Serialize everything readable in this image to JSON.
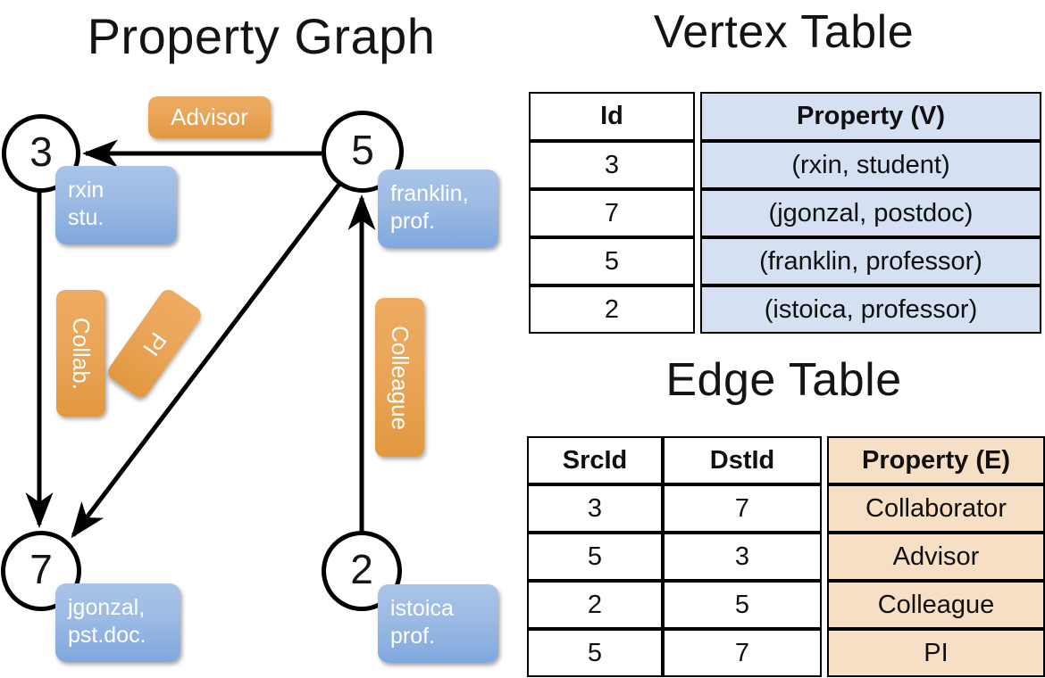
{
  "titles": {
    "property_graph": "Property Graph",
    "vertex_table": "Vertex Table",
    "edge_table": "Edge Table"
  },
  "colors": {
    "vertex_property_fill": "#d5e0f2",
    "edge_property_fill": "#f6dfc5",
    "vertex_callout": "#9cbae4",
    "edge_label": "#e9a457",
    "stroke": "#000000"
  },
  "graph": {
    "nodes": [
      {
        "id": "3",
        "property_lines": [
          "rxin",
          "stu."
        ]
      },
      {
        "id": "5",
        "property_lines": [
          "franklin,",
          "prof."
        ]
      },
      {
        "id": "7",
        "property_lines": [
          "jgonzal,",
          "pst.doc."
        ]
      },
      {
        "id": "2",
        "property_lines": [
          "istoica",
          "prof."
        ]
      }
    ],
    "edge_labels": [
      {
        "name": "Advisor",
        "from": "5",
        "to": "3",
        "orientation": "horizontal"
      },
      {
        "name": "Collab.",
        "from": "3",
        "to": "7",
        "orientation": "vertical"
      },
      {
        "name": "PI",
        "from": "5",
        "to": "7",
        "orientation": "diagonal"
      },
      {
        "name": "Colleague",
        "from": "2",
        "to": "5",
        "orientation": "vertical"
      }
    ]
  },
  "vertex_table": {
    "headers": [
      "Id",
      "Property (V)"
    ],
    "rows": [
      {
        "id": "3",
        "property": "(rxin, student)"
      },
      {
        "id": "7",
        "property": "(jgonzal, postdoc)"
      },
      {
        "id": "5",
        "property": "(franklin, professor)"
      },
      {
        "id": "2",
        "property": "(istoica, professor)"
      }
    ]
  },
  "edge_table": {
    "headers": [
      "SrcId",
      "DstId",
      "Property (E)"
    ],
    "rows": [
      {
        "src": "3",
        "dst": "7",
        "property": "Collaborator"
      },
      {
        "src": "5",
        "dst": "3",
        "property": "Advisor"
      },
      {
        "src": "2",
        "dst": "5",
        "property": "Colleague"
      },
      {
        "src": "5",
        "dst": "7",
        "property": "PI"
      }
    ]
  }
}
